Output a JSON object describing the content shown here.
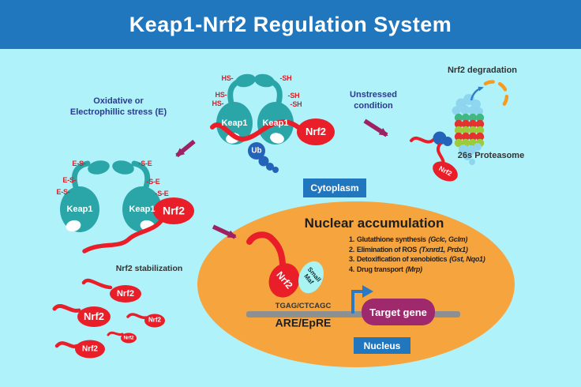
{
  "header": {
    "title": "Keap1-Nrf2 Regulation System"
  },
  "stress": {
    "line1": "Oxidative or",
    "line2": "Electrophillic stress (E)"
  },
  "unstressed": {
    "line1": "Unstressed",
    "line2": "condition"
  },
  "degradation": {
    "title": "Nrf2 degradation",
    "proteasome": "26s Proteasome",
    "nrf2": "Nrf2"
  },
  "complex_unstressed": {
    "keap1_left": "Keap1",
    "keap1_right": "Keap1",
    "nrf2": "Nrf2",
    "ub": "Ub",
    "thiols_left": [
      "HS-",
      "HS-",
      "HS-"
    ],
    "thiols_right": [
      "-SH",
      "-SH",
      "-SH"
    ]
  },
  "complex_stressed": {
    "keap1_left": "Keap1",
    "keap1_right": "Keap1",
    "nrf2": "Nrf2",
    "adducts_left": [
      "E-S-",
      "E-S-",
      "E-S-"
    ],
    "adducts_right": [
      "-S-E",
      "-S-E",
      "-S-E"
    ]
  },
  "cytoplasm_badge": "Cytoplasm",
  "stabilization": {
    "label": "Nrf2 stabilization",
    "blobs": [
      "Nrf2",
      "Nrf2",
      "Nrf2",
      "Nrf2",
      "Nrf2"
    ]
  },
  "nucleus": {
    "badge": "Nucleus",
    "title": "Nuclear accumulation",
    "items": [
      {
        "num": "1.",
        "text": "Glutathione synthesis",
        "genes": "(Gclc, Gclm)"
      },
      {
        "num": "2.",
        "text": "Elimination of ROS",
        "genes": "(Txnrd1, Prdx1)"
      },
      {
        "num": "3.",
        "text": "Detoxification of xenobiotics",
        "genes": "(Gst, Nqo1)"
      },
      {
        "num": "4.",
        "text": "Drug transport",
        "genes": "(Mrp)"
      }
    ],
    "nrf2": "Nrf2",
    "small_maf": {
      "line1": "Small",
      "line2": "Maf"
    },
    "dna_sequence": "TGAG/CTCAGC",
    "response_element": "ARE/EpRE",
    "target_gene": "Target gene"
  },
  "colors": {
    "background": "#b0f2fa",
    "header": "#2177be",
    "keap1_teal": "#2ba6a8",
    "nrf2_red": "#e91e29",
    "thiol_label_red": "#d2232a",
    "section_label_navy": "#2b3990",
    "arrow_magenta": "#9e2161",
    "nucleus_orange": "#f6a43e",
    "badge_blue": "#2177be",
    "target_gene_magenta": "#9e2a6d",
    "small_maf_cyan": "#a9f4f2",
    "dna_gray": "#8d9091",
    "ubiquitin_blue": "#2463ba",
    "transcription_arrow_blue": "#2b79c6",
    "proteasome_rows": [
      "#41b883",
      "#e23331",
      "#9ccb3b"
    ],
    "proteasome_sphere": "#8ed6f0",
    "release_dash_orange": "#f79b1d"
  }
}
